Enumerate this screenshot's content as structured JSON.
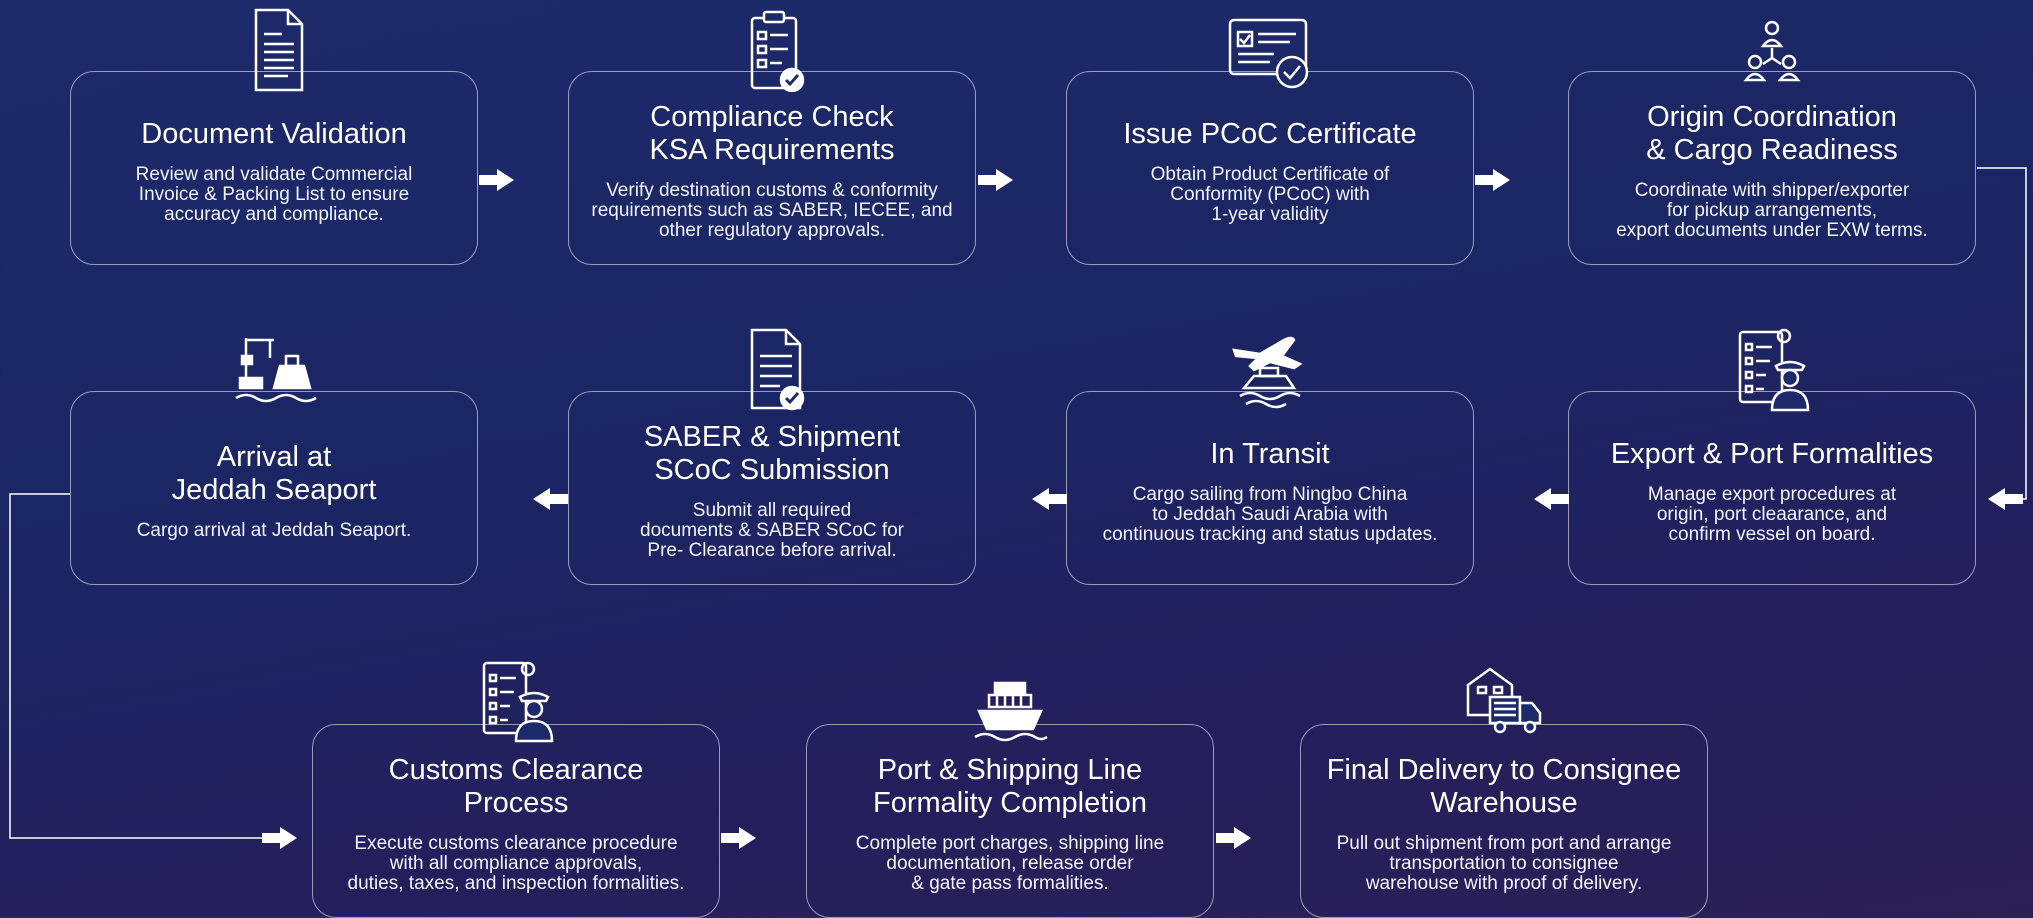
{
  "steps": [
    {
      "title": "Document Validation",
      "description": "Review and validate Commercial\nInvoice & Packing List to ensure\naccuracy and compliance.",
      "icon": "document-icon"
    },
    {
      "title": "Compliance Check\nKSA Requirements",
      "description": "Verify destination customs & conformity\nrequirements such as SABER, IECEE, and\nother regulatory approvals.",
      "icon": "clipboard-check-icon"
    },
    {
      "title": "Issue PCoC Certificate",
      "description": "Obtain Product Certificate of\nConformity (PCoC) with\n1-year validity",
      "icon": "certificate-icon"
    },
    {
      "title": "Origin Coordination\n& Cargo Readiness",
      "description": "Coordinate with shipper/exporter\nfor pickup arrangements,\nexport documents under EXW terms.",
      "icon": "people-network-icon"
    },
    {
      "title": "Export & Port Formalities",
      "description": "Manage export procedures at\norigin, port cleaarance, and\nconfirm vessel on board.",
      "icon": "officer-checklist-icon"
    },
    {
      "title": "In Transit",
      "description": "Cargo sailing from Ningbo China\nto Jeddah Saudi Arabia with\ncontinuous tracking and status updates.",
      "icon": "plane-ship-icon"
    },
    {
      "title": "SABER & Shipment\nSCoC Submission",
      "description": "Submit all required\ndocuments & SABER SCoC for\nPre- Clearance before arrival.",
      "icon": "document-check-icon"
    },
    {
      "title": "Arrival at\nJeddah Seaport",
      "description": "Cargo arrival at Jeddah Seaport.",
      "icon": "seaport-icon"
    },
    {
      "title": "Customs Clearance\nProcess",
      "description": "Execute customs clearance procedure\nwith all compliance approvals,\nduties, taxes, and inspection formalities.",
      "icon": "customs-officer-icon"
    },
    {
      "title": "Port & Shipping Line\nFormality Completion",
      "description": "Complete port charges, shipping line\ndocumentation, release order\n& gate pass formalities.",
      "icon": "cargo-ship-icon"
    },
    {
      "title": "Final Delivery to Consignee\nWarehouse",
      "description": "Pull out shipment from port and arrange\ntransportation to consignee\nwarehouse with proof of delivery.",
      "icon": "warehouse-truck-icon"
    }
  ],
  "colors": {
    "background": "#1c2664",
    "line": "#ffffff",
    "card_border": "#b8bfdc"
  }
}
